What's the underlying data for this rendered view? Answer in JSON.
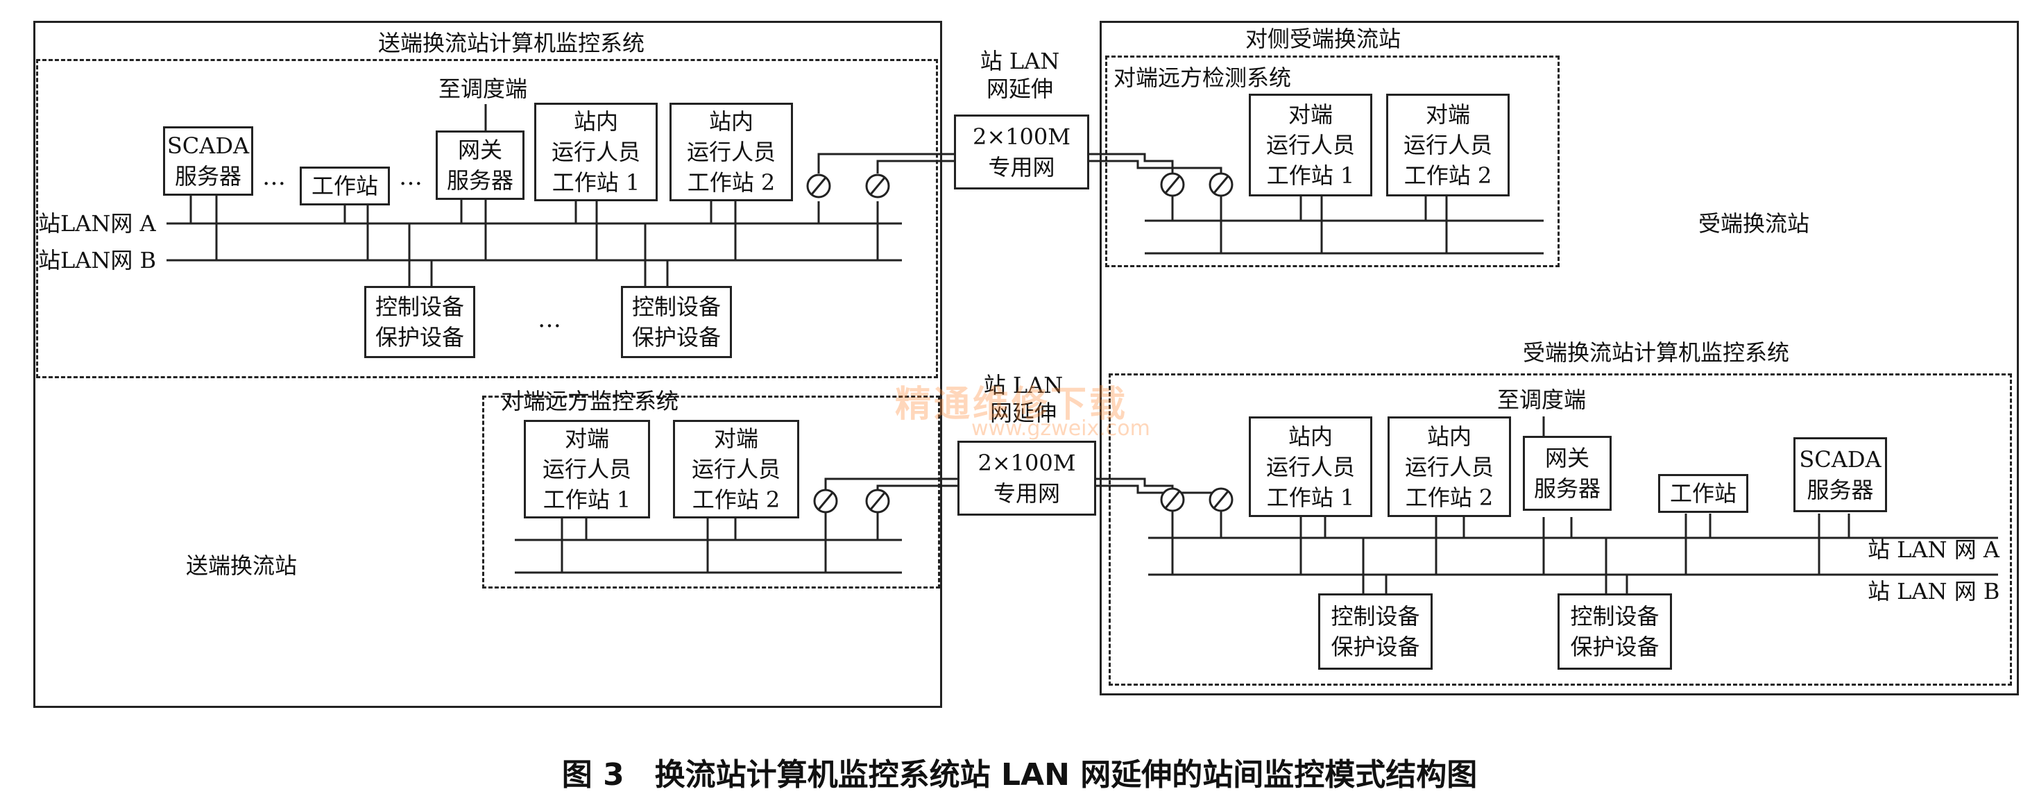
{
  "sending_station": {
    "outer_label": "送端换流站",
    "monitoring_system_title": "送端换流站计算机监控系统",
    "to_dispatch": "至调度端",
    "nodes": {
      "scada": "SCADA\n服务器",
      "workstation": "工作站",
      "gateway": "网关\n服务器",
      "operator_ws1": "站内\n运行人员\n工作站 1",
      "operator_ws2": "站内\n运行人员\n工作站 2",
      "control1": "控制设备\n保护设备",
      "control2": "控制设备\n保护设备"
    },
    "lan_a": "站LAN网 A",
    "lan_b": "站LAN网 B",
    "ellipsis": "…",
    "remote_monitoring_title": "对端远方监控系统",
    "remote_nodes": {
      "ws1": "对端\n运行人员\n工作站 1",
      "ws2": "对端\n运行人员\n工作站 2"
    }
  },
  "links": {
    "top_label": "站 LAN\n网延伸",
    "top_box": "2×100M\n专用网",
    "bottom_label": "站 LAN\n网延伸",
    "bottom_box": "2×100M\n专用网"
  },
  "receiving_station": {
    "outer_label": "受端换流站",
    "opposite_title": "对侧受端换流站",
    "remote_detection_title": "对端远方检测系统",
    "remote_nodes": {
      "ws1": "对端\n运行人员\n工作站 1",
      "ws2": "对端\n运行人员\n工作站 2"
    },
    "monitoring_system_title": "受端换流站计算机监控系统",
    "to_dispatch": "至调度端",
    "nodes": {
      "operator_ws1": "站内\n运行人员\n工作站 1",
      "operator_ws2": "站内\n运行人员\n工作站 2",
      "gateway": "网关\n服务器",
      "workstation": "工作站",
      "scada": "SCADA\n服务器",
      "control1": "控制设备\n保护设备",
      "control2": "控制设备\n保护设备"
    },
    "lan_a": "站 LAN 网 A",
    "lan_b": "站 LAN 网 B"
  },
  "watermark": {
    "text": "精通维修下载",
    "url": "www.gzweix.com"
  },
  "caption": "图 3　换流站计算机监控系统站 LAN 网延伸的站间监控模式结构图"
}
